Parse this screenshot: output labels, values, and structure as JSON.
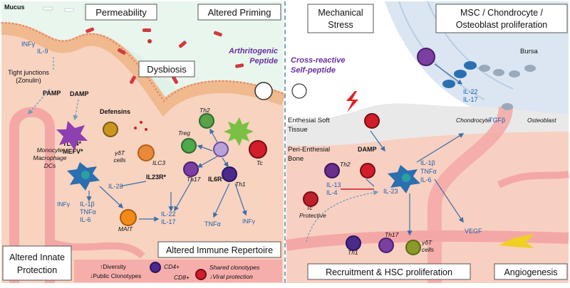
{
  "colors": {
    "left_bg": "#dff2e8",
    "tissue": "#f7d3c0",
    "epithelium": "#f0b98e",
    "right_bg": "#ffffff",
    "bone": "#f7d0c2",
    "vessel": "#f4a8a6",
    "blue_text": "#1f5fa8",
    "purple_text": "#6a2fa0",
    "divider": "#7aa3b8",
    "box_border": "#555555"
  },
  "left_panel": {
    "box_permeability": "Permeability",
    "box_altered_priming": "Altered Priming",
    "box_dysbiosis": "Dysbiosis",
    "box_altered_repertoire": "Altered Immune Repertoire",
    "box_innate_line1": "Altered Innate",
    "box_innate_line2": "Protection",
    "mucus": "Mucus",
    "ifng_top": "INFγ",
    "il9": "IL-9",
    "tight_line1": "Tight junctions",
    "tight_line2": "(Zonulin)",
    "pamp": "PAMP",
    "damp_left": "DAMP",
    "defensins": "Defensins",
    "arthritogenic_line1": "Arthritogenic",
    "arthritogenic_line2": "Peptide",
    "tlr4": "TLR4*",
    "mefv": "MEFV*",
    "monocyte_line1": "Monocyte",
    "monocyte_line2": "Macrophage",
    "monocyte_line3": "DCs",
    "gdt_line1": "γδT",
    "gdt_line2": "cells",
    "ilc3": "ILC3",
    "il23r": "IL23R*",
    "treg": "Treg",
    "th2": "Th2",
    "th17": "Th17",
    "il6r": "IL6R*",
    "th1": "Th1",
    "tc": "Tc",
    "il23": "IL-23",
    "ifng_bottom": "INFγ",
    "il1b": "IL-1β",
    "tnfa_left": "TNFα",
    "il6_left": "IL-6",
    "mait": "MAIT",
    "il22_left": "IL-22",
    "il17_left": "IL-17",
    "tnfa_center": "TNFα",
    "ifng_right": "INFγ"
  },
  "legend": {
    "diversity": "↑Diversity",
    "public_clonotypes": "↓Public Clonotypes",
    "cd4": "CD4+",
    "cd8": "CD8+",
    "shared_clonotypes": "Shared clonotypes",
    "viral_protection": "↓Viral protection"
  },
  "right_panel": {
    "box_mech_line1": "Mechanical",
    "box_mech_line2": "Stress",
    "box_msc_line1": "MSC / Chondrocyte /",
    "box_msc_line2": "Osteoblast proliferation",
    "box_recruitment": "Recruitment & HSC proliferation",
    "box_angiogenesis": "Angiogenesis",
    "cross_line1": "Cross-reactive",
    "cross_line2": "Self-peptide",
    "bursa": "Bursa",
    "il22": "IL-22",
    "il17": "IL-17",
    "chondrocyte": "Chondrocyte",
    "tgfb": "TGFβ",
    "osteoblast": "Osteoblast",
    "enthesial_line1": "Enthesial Soft",
    "enthesial_line2": "Tissue",
    "peri_line1": "Peri-Enthesial",
    "peri_line2": "Bone",
    "damp": "DAMP",
    "th2": "Th2",
    "il13": "IL-13",
    "il4": "IL-4",
    "il23": "IL-23",
    "il1b": "IL-1β",
    "tnfa": "TNFα",
    "il6": "IL-6",
    "tc_line1": "Tc",
    "tc_line2": "Protective",
    "vegf": "VEGF",
    "th1": "Th1",
    "th17": "Th17",
    "gdt_line1": "γδT",
    "gdt_line2": "cells"
  }
}
